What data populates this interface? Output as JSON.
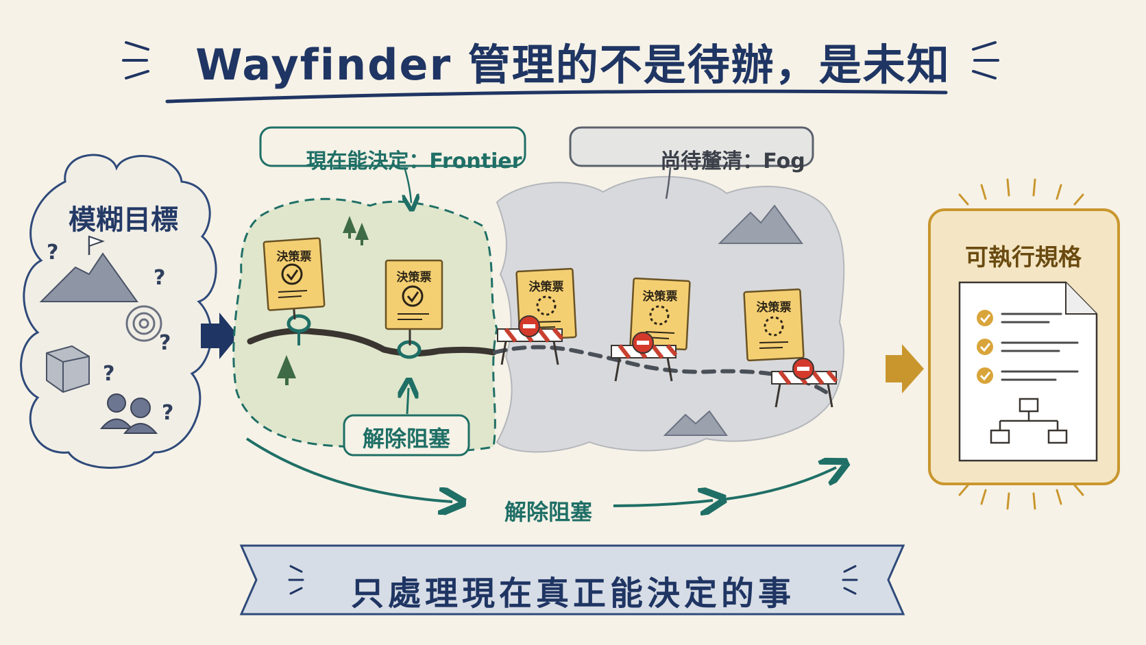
{
  "title": "Wayfinder 管理的不是待辦，是未知",
  "vague_goal": {
    "label": "模糊目標"
  },
  "frontier": {
    "label": "現在能決定：Frontier"
  },
  "fog": {
    "label": "尚待釐清：Fog"
  },
  "ticket_label": "決策票",
  "unblock": {
    "box_label": "解除阻塞",
    "arrow_label": "解除阻塞"
  },
  "spec": {
    "label": "可執行規格"
  },
  "footer": "只處理現在真正能決定的事",
  "colors": {
    "navy": "#1f3563",
    "teal": "#1f6f66",
    "amber": "#c9962e",
    "ticket": "#f4cf72",
    "fog_gray": "#d9dadc",
    "frontier_green": "#dfe6cc"
  }
}
